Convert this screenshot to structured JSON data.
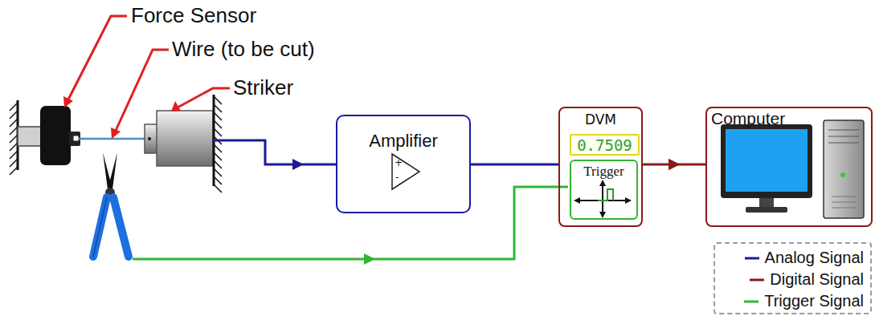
{
  "diagram": {
    "nodes": [
      {
        "text": [
          "Amplifier"
        ]
      },
      {
        "text": [
          "DVM"
        ]
      },
      {
        "text": [
          "0.7509"
        ],
        "in": 1
      },
      {
        "text": [
          "Trigger"
        ],
        "in": 1
      },
      {
        "text": [
          "Computer"
        ]
      }
    ],
    "edges": [
      {
        "from": 0,
        "to": 1,
        "arrow": "none"
      },
      {
        "from": 1,
        "to": 4,
        "arrow": "to"
      }
    ],
    "labels": [
      "Force Sensor",
      "Wire (to be cut)",
      "Striker",
      "+",
      "-"
    ],
    "legend": [
      {
        "text": "Analog Signal"
      },
      {
        "text": "Digital Signal"
      },
      {
        "text": "Trigger Signal"
      }
    ]
  }
}
